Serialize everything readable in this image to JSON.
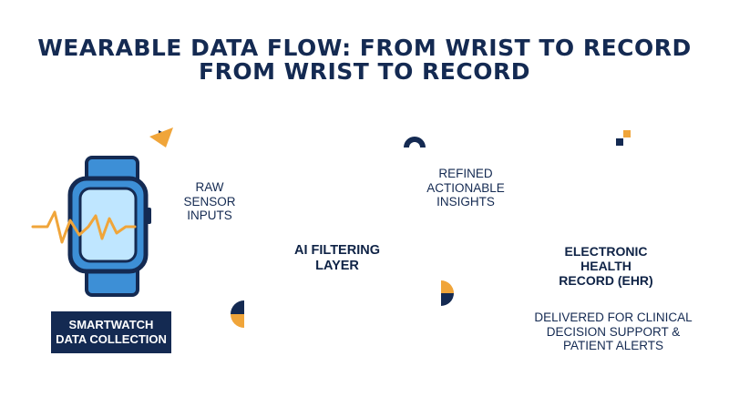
{
  "title": {
    "line1": "WEARABLE DATA FLOW: FROM WRIST TO RECORD",
    "line2": "FROM WRIST TO RECORD"
  },
  "nodes": {
    "smartwatch": {
      "label": "SMARTWATCH\nDATA COLLECTION",
      "icon": "smartwatch-heartbeat-icon"
    },
    "ai_filter": {
      "label": "AI FILTERING\nLAYER",
      "icons": [
        "gear-icon",
        "mesh-filter-icon"
      ]
    },
    "ehr": {
      "label": "ELECTRONIC HEALTH\nRECORD (EHR)",
      "icons": [
        "tablet-icon",
        "cloud-database-icon"
      ]
    }
  },
  "edges": {
    "raw": {
      "label": "RAW SENSOR\nINPUTS"
    },
    "insights": {
      "label": "REFINED\nACTIONABLE\nINSIGHTS"
    }
  },
  "footer": {
    "delivered": "DELIVERED FOR CLINICAL\nDECISION SUPPORT &\nPATIENT ALERTS"
  },
  "colors": {
    "navy": "#142a52",
    "orange": "#f0a53a",
    "light_blue": "#8ccbf0",
    "mid_blue": "#3d8fd6",
    "glow": "#6cc4ff"
  }
}
